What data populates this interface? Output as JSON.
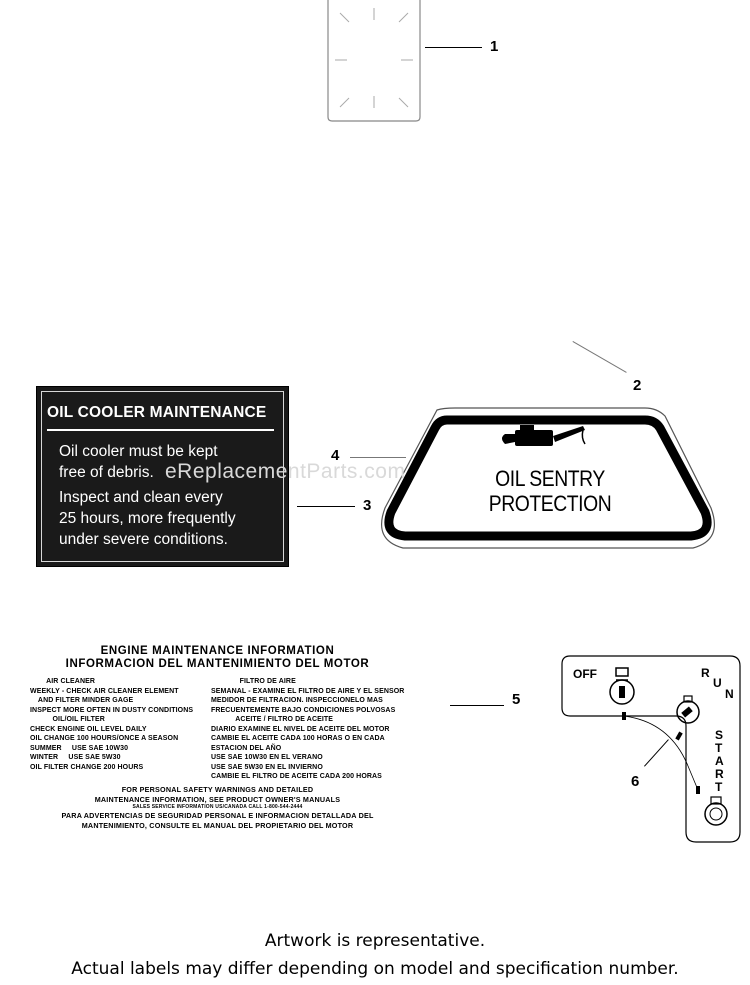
{
  "callouts": [
    "1",
    "2",
    "3",
    "4",
    "5",
    "6"
  ],
  "oil_cooler_label": {
    "title": "OIL COOLER MAINTENANCE",
    "line1": "Oil cooler must be kept",
    "line2": "free of debris.",
    "line3": "Inspect and clean every",
    "line4": "25 hours, more frequently",
    "line5": "under severe conditions."
  },
  "oil_sentry_label": {
    "line1": "OIL SENTRY",
    "line2": "PROTECTION"
  },
  "engine_label": {
    "title_en": "ENGINE MAINTENANCE INFORMATION",
    "title_es": "INFORMACION DEL MANTENIMIENTO DEL MOTOR",
    "left_col": "        AIR CLEANER\nWEEKLY - CHECK AIR CLEANER ELEMENT\n    AND FILTER MINDER GAGE\nINSPECT MORE OFTEN IN DUSTY CONDITIONS\n           OIL/OIL FILTER\nCHECK ENGINE OIL LEVEL DAILY\nOIL CHANGE 100 HOURS/ONCE A SEASON\nSUMMER     USE SAE 10W30\nWINTER     USE SAE 5W30\nOIL FILTER CHANGE 200 HOURS",
    "right_col": "              FILTRO DE AIRE\nSEMANAL - EXAMINE EL FILTRO DE AIRE Y EL SENSOR\nMEDIDOR DE FILTRACION. INSPECCIONELO MAS\nFRECUENTEMENTE BAJO CONDICIONES POLVOSAS\n            ACEITE / FILTRO DE ACEITE\nDIARIO EXAMINE EL NIVEL DE ACEITE DEL MOTOR\nCAMBIE EL ACEITE CADA 100 HORAS O EN CADA\nESTACION DEL AÑO\nUSE SAE 10W30 EN EL VERANO\nUSE SAE 5W30 EN EL INVIERNO\nCAMBIE EL FILTRO DE ACEITE CADA 200 HORAS",
    "foot1": "FOR PERSONAL SAFETY WARNINGS AND DETAILED",
    "foot2": "MAINTENANCE INFORMATION, SEE PRODUCT OWNER'S MANUALS",
    "foot3": "SALES SERVICE INFORMATION US/CANADA CALL 1-800-544-2444",
    "foot4": "PARA ADVERTENCIAS DE SEGURIDAD PERSONAL E INFORMACION DETALLADA DEL",
    "foot5": "MANTENIMIENTO, CONSULTE EL MANUAL DEL PROPIETARIO DEL MOTOR"
  },
  "key_switch_label": {
    "off": "OFF",
    "run_letters": [
      "R",
      "U",
      "N"
    ],
    "start_letters": [
      "S",
      "T",
      "A",
      "R",
      "T"
    ]
  },
  "watermark": "eReplacementParts.com",
  "footer": {
    "line1": "Artwork is representative.",
    "line2": "Actual labels may differ depending on model and specification number."
  }
}
